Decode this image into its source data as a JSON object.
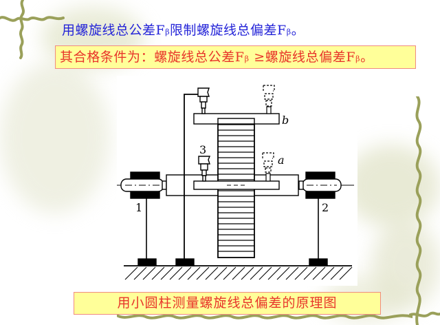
{
  "slide": {
    "title": {
      "part1": "用螺旋线总公差F",
      "sub1": "β",
      "part2": "限制螺旋线总偏差F",
      "sub2": "β",
      "part3": "。"
    },
    "condition": {
      "part1": "其合格条件为：螺旋线总公差F",
      "sub1": "β",
      "part2": " ≥螺旋线总偏差F",
      "sub2": "β",
      "part3": "。"
    },
    "caption": "用小圆柱测量螺旋线总偏差的原理图",
    "diagram": {
      "labels": {
        "support_1": "1",
        "support_2": "2",
        "indicator_3": "3",
        "position_a": "a",
        "position_b": "b"
      }
    },
    "colors": {
      "title_text": "#2424d8",
      "box_fill": "#ffff99",
      "box_border": "#f08a80",
      "box_text": "#e8342a",
      "vine": "#9aa05a"
    }
  }
}
